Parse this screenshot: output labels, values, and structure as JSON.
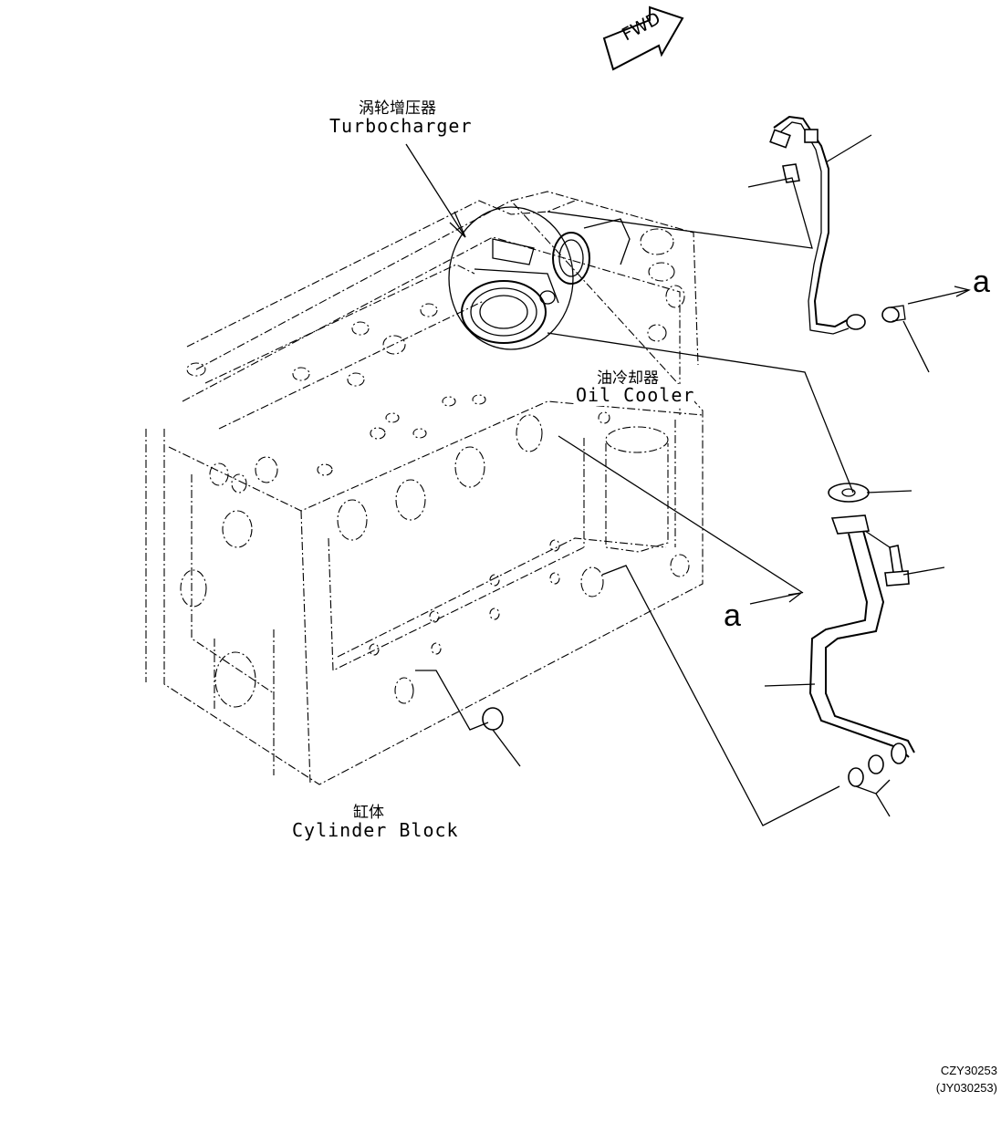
{
  "fwd_marker": {
    "text": "FWD"
  },
  "labels": {
    "turbocharger_cn": "涡轮增压器",
    "turbocharger_en": "Turbocharger",
    "oil_cooler_cn": "油冷却器",
    "oil_cooler_en": "Oil Cooler",
    "cylinder_block_cn": "缸体",
    "cylinder_block_en": "Cylinder Block"
  },
  "view_refs": {
    "upper": "a",
    "lower": "a"
  },
  "drawing_codes": {
    "primary": "CZY30253",
    "secondary": "(JY030253)"
  }
}
